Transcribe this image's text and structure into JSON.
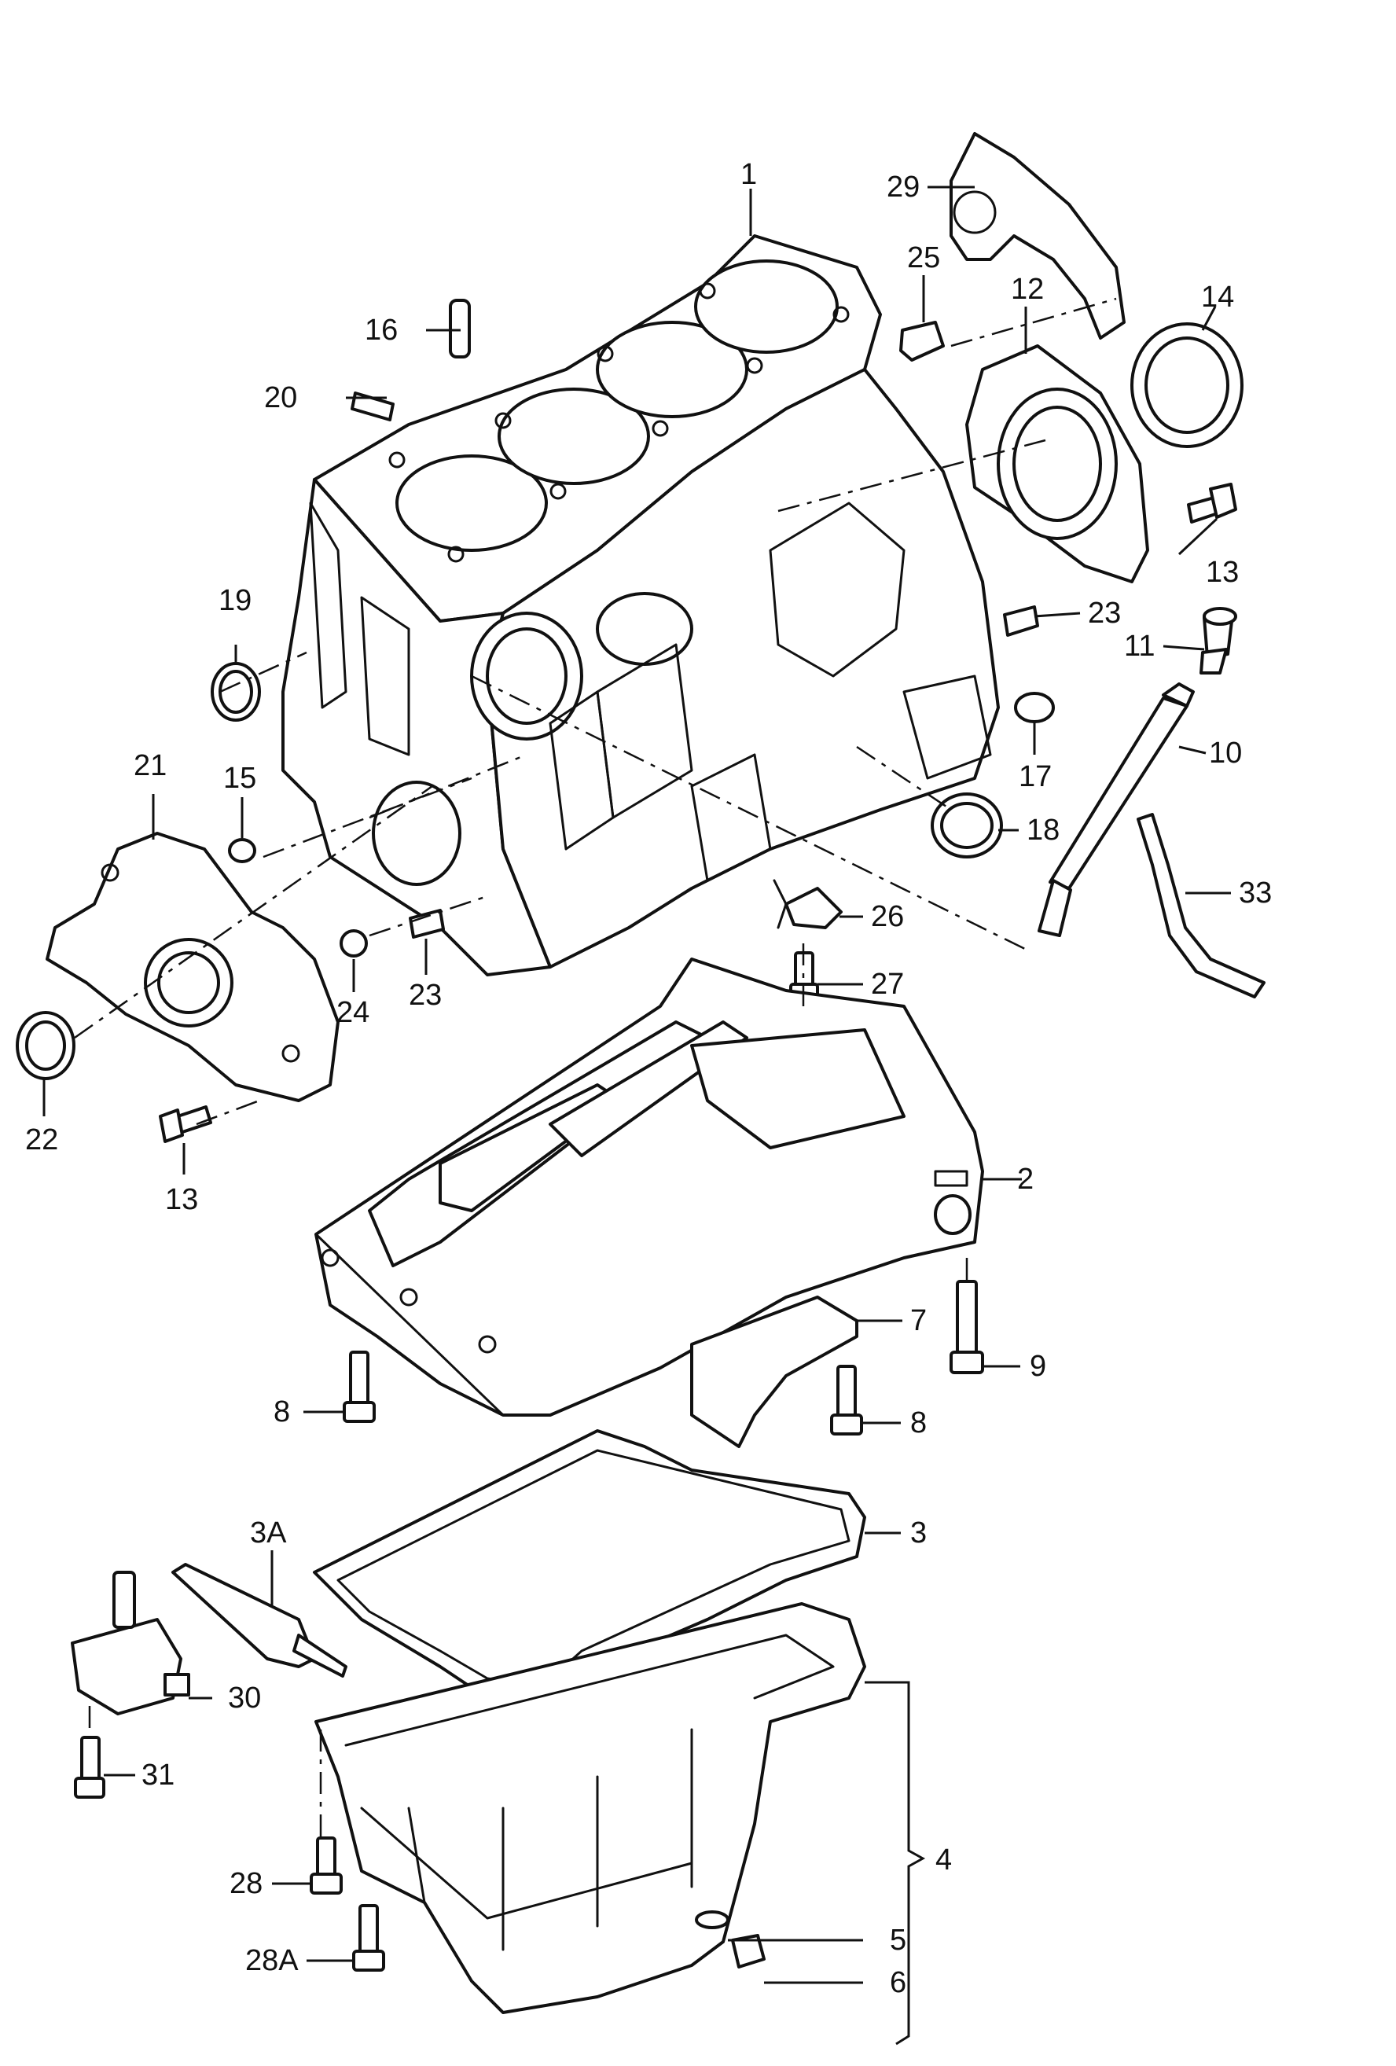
{
  "callouts": [
    {
      "id": "p1",
      "text": "1"
    },
    {
      "id": "p2",
      "text": "2"
    },
    {
      "id": "p3",
      "text": "3"
    },
    {
      "id": "p3a",
      "text": "3A"
    },
    {
      "id": "p4",
      "text": "4"
    },
    {
      "id": "p5",
      "text": "5"
    },
    {
      "id": "p6",
      "text": "6"
    },
    {
      "id": "p7",
      "text": "7"
    },
    {
      "id": "p8a",
      "text": "8"
    },
    {
      "id": "p8b",
      "text": "8"
    },
    {
      "id": "p9",
      "text": "9"
    },
    {
      "id": "p10",
      "text": "10"
    },
    {
      "id": "p11",
      "text": "11"
    },
    {
      "id": "p12",
      "text": "12"
    },
    {
      "id": "p13a",
      "text": "13"
    },
    {
      "id": "p13b",
      "text": "13"
    },
    {
      "id": "p14",
      "text": "14"
    },
    {
      "id": "p15",
      "text": "15"
    },
    {
      "id": "p16",
      "text": "16"
    },
    {
      "id": "p17",
      "text": "17"
    },
    {
      "id": "p18",
      "text": "18"
    },
    {
      "id": "p19",
      "text": "19"
    },
    {
      "id": "p20",
      "text": "20"
    },
    {
      "id": "p21",
      "text": "21"
    },
    {
      "id": "p22",
      "text": "22"
    },
    {
      "id": "p23a",
      "text": "23"
    },
    {
      "id": "p23b",
      "text": "23"
    },
    {
      "id": "p24",
      "text": "24"
    },
    {
      "id": "p25",
      "text": "25"
    },
    {
      "id": "p26",
      "text": "26"
    },
    {
      "id": "p27",
      "text": "27"
    },
    {
      "id": "p28",
      "text": "28"
    },
    {
      "id": "p28a",
      "text": "28A"
    },
    {
      "id": "p29",
      "text": "29"
    },
    {
      "id": "p30",
      "text": "30"
    },
    {
      "id": "p31",
      "text": "31"
    },
    {
      "id": "p33",
      "text": "33"
    }
  ]
}
